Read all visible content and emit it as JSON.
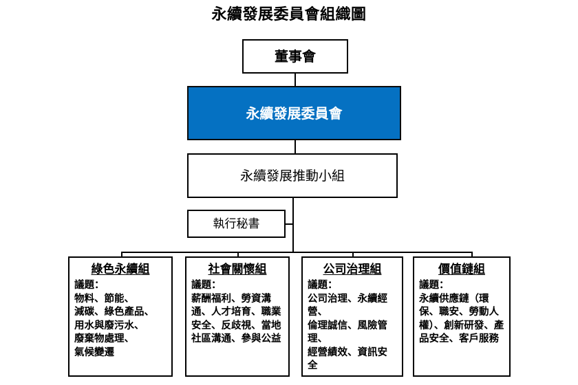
{
  "chart": {
    "title": "永續發展委員會組織圖",
    "type": "org-chart",
    "accent_color": "#0571C2",
    "border_color": "#000000",
    "background_color": "#FFFFFF"
  },
  "nodes": {
    "board": {
      "label": "董事會",
      "level": 1,
      "highlighted": false
    },
    "committee": {
      "label": "永續發展委員會",
      "level": 2,
      "highlighted": true,
      "fill": "#0571C2",
      "text_color": "#FFFFFF"
    },
    "promotion": {
      "label": "永續發展推動小組",
      "level": 3,
      "highlighted": false
    },
    "secretary": {
      "label": "執行秘書",
      "level": 4,
      "highlighted": false
    }
  },
  "groups": [
    {
      "title": "綠色永續組",
      "body": "議題：\n物料、節能、\n減碳、綠色產品、\n用水與廢污水、\n廢棄物處理、\n氣候變遷",
      "topics_label": "議題：",
      "topics": [
        "物料",
        "節能",
        "減碳",
        "綠色產品",
        "用水與廢污水",
        "廢棄物處理",
        "氣候變遷"
      ]
    },
    {
      "title": "社會關懷組",
      "body": "議題：\n薪酬福利、勞資溝通、人才培育、職業安全、反歧視、當地社區溝通、參與公益",
      "topics_label": "議題：",
      "topics": [
        "薪酬福利",
        "勞資溝通",
        "人才培育",
        "職業安全",
        "反歧視",
        "當地社區溝通",
        "參與公益"
      ]
    },
    {
      "title": "公司治理組",
      "body": "議題：\n公司治理、永續經營、\n倫理誠信、風險管理、\n經營績效、資訊安全",
      "topics_label": "議題：",
      "topics": [
        "公司治理",
        "永續經營",
        "倫理誠信",
        "風險管理",
        "經營績效",
        "資訊安全"
      ]
    },
    {
      "title": "價值鏈組",
      "body": "議題：\n永續供應鏈（環保、職安、勞動人權）、創新研發、產品安全、客戶服務",
      "topics_label": "議題：",
      "topics": [
        "永續供應鏈（環保、職安、勞動人權）",
        "創新研發",
        "產品安全",
        "客戶服務"
      ]
    }
  ]
}
